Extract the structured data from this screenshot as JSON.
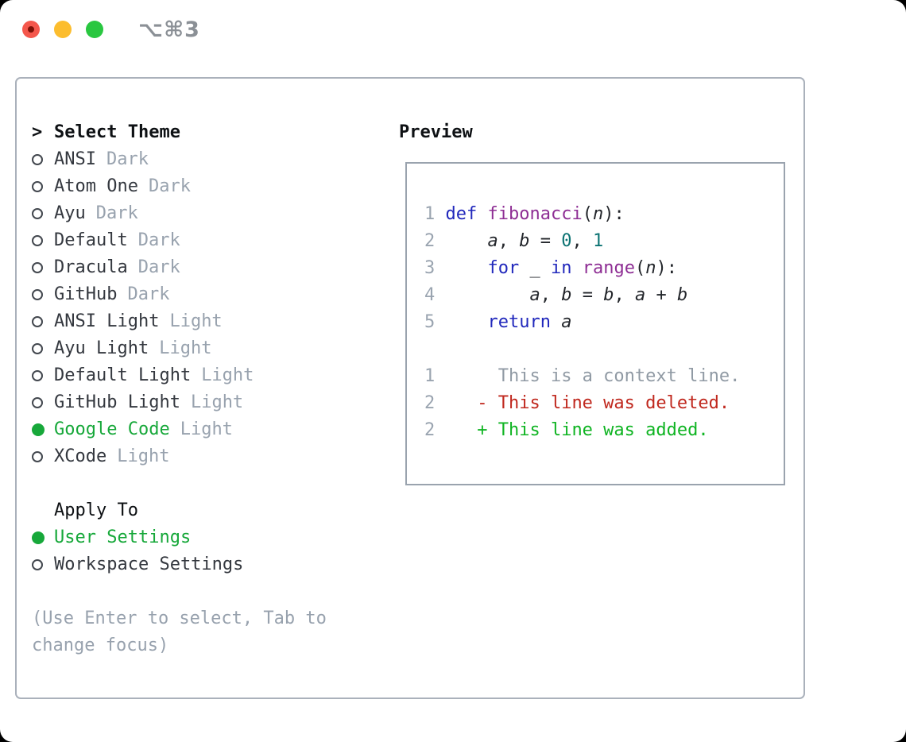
{
  "window": {
    "title": "⌥⌘3"
  },
  "theme_picker": {
    "header_prefix": ">",
    "header": "Select Theme",
    "items": [
      {
        "name": "ANSI",
        "variant": "Dark",
        "selected": false
      },
      {
        "name": "Atom One",
        "variant": "Dark",
        "selected": false
      },
      {
        "name": "Ayu",
        "variant": "Dark",
        "selected": false
      },
      {
        "name": "Default",
        "variant": "Dark",
        "selected": false
      },
      {
        "name": "Dracula",
        "variant": "Dark",
        "selected": false
      },
      {
        "name": "GitHub",
        "variant": "Dark",
        "selected": false
      },
      {
        "name": "ANSI Light",
        "variant": "Light",
        "selected": false
      },
      {
        "name": "Ayu Light",
        "variant": "Light",
        "selected": false
      },
      {
        "name": "Default Light",
        "variant": "Light",
        "selected": false
      },
      {
        "name": "GitHub Light",
        "variant": "Light",
        "selected": false
      },
      {
        "name": "Google Code",
        "variant": "Light",
        "selected": true
      },
      {
        "name": "XCode",
        "variant": "Light",
        "selected": false
      }
    ]
  },
  "apply_to": {
    "header": "Apply To",
    "items": [
      {
        "name": "User Settings",
        "selected": true
      },
      {
        "name": "Workspace Settings",
        "selected": false
      }
    ]
  },
  "help_text": "(Use Enter to select, Tab to change focus)",
  "preview": {
    "label": "Preview",
    "lines": [
      {
        "num": "1",
        "tokens": [
          [
            "kw",
            "def"
          ],
          [
            "pl",
            " "
          ],
          [
            "fn",
            "fibonacci"
          ],
          [
            "pl",
            "("
          ],
          [
            "id",
            "n"
          ],
          [
            "pl",
            "):"
          ]
        ]
      },
      {
        "num": "2",
        "tokens": [
          [
            "pl",
            "    "
          ],
          [
            "id",
            "a"
          ],
          [
            "pl",
            ", "
          ],
          [
            "id",
            "b"
          ],
          [
            "pl",
            " = "
          ],
          [
            "nm",
            "0"
          ],
          [
            "pl",
            ", "
          ],
          [
            "nm",
            "1"
          ]
        ]
      },
      {
        "num": "3",
        "tokens": [
          [
            "pl",
            "    "
          ],
          [
            "kw",
            "for"
          ],
          [
            "pl",
            " "
          ],
          [
            "id",
            "_"
          ],
          [
            "pl",
            " "
          ],
          [
            "kw",
            "in"
          ],
          [
            "pl",
            " "
          ],
          [
            "fn",
            "range"
          ],
          [
            "pl",
            "("
          ],
          [
            "id",
            "n"
          ],
          [
            "pl",
            "):"
          ]
        ]
      },
      {
        "num": "4",
        "tokens": [
          [
            "pl",
            "        "
          ],
          [
            "id",
            "a"
          ],
          [
            "pl",
            ", "
          ],
          [
            "id",
            "b"
          ],
          [
            "pl",
            " = "
          ],
          [
            "id",
            "b"
          ],
          [
            "pl",
            ", "
          ],
          [
            "id",
            "a"
          ],
          [
            "pl",
            " + "
          ],
          [
            "id",
            "b"
          ]
        ]
      },
      {
        "num": "5",
        "tokens": [
          [
            "pl",
            "    "
          ],
          [
            "kw",
            "return"
          ],
          [
            "pl",
            " "
          ],
          [
            "id",
            "a"
          ]
        ]
      },
      {
        "num": "",
        "tokens": []
      },
      {
        "num": "1",
        "tokens": [
          [
            "ctx",
            "     This is a context line."
          ]
        ]
      },
      {
        "num": "2",
        "tokens": [
          [
            "del",
            "   - This line was deleted."
          ]
        ]
      },
      {
        "num": "2",
        "tokens": [
          [
            "add",
            "   + This line was added."
          ]
        ]
      }
    ]
  },
  "colors": {
    "selection_green": "#17a83a",
    "keyword_blue": "#2128bc",
    "function_purple": "#8e2e94",
    "number_teal": "#0c7373",
    "diff_red": "#c0281e",
    "diff_added_green": "#0fb422",
    "muted_gray": "#98a2ae",
    "text_dark": "#34383f",
    "panel_border": "#aab1bb",
    "preview_border": "#9aa3ae",
    "traffic_red": "#f4574c",
    "traffic_yellow": "#fcbd2e",
    "traffic_green": "#29c740"
  }
}
